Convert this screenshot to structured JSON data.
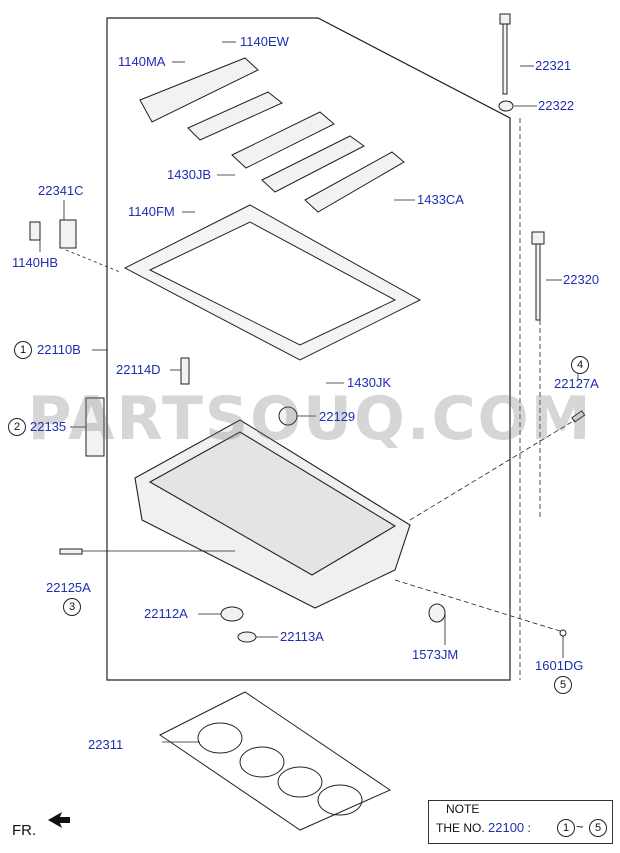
{
  "watermark": "PARTSOUQ.COM",
  "labels": {
    "p1140MA": "1140MA",
    "p1140EW": "1140EW",
    "p1430JB": "1430JB",
    "p1140FM": "1140FM",
    "p22341C": "22341C",
    "p1140HB": "1140HB",
    "p22110B": "22110B",
    "p22114D": "22114D",
    "p22135": "22135",
    "p22125A": "22125A",
    "p22112A": "22112A",
    "p22113A": "22113A",
    "p22311": "22311",
    "p22321": "22321",
    "p22322": "22322",
    "p1433CA": "1433CA",
    "p22320": "22320",
    "p1430JK": "1430JK",
    "p22129": "22129",
    "p22127A": "22127A",
    "p1573JM": "1573JM",
    "p1601DG": "1601DG"
  },
  "circled": {
    "c1": "1",
    "c2": "2",
    "c3": "3",
    "c4": "4",
    "c5": "5",
    "n1": "1",
    "n5": "5"
  },
  "note": {
    "title": "NOTE",
    "prefix": "THE NO.",
    "number": "22100",
    "colon": ":",
    "tilde": "~"
  },
  "direction": "FR.",
  "colors": {
    "label": "#1f2fb0",
    "line": "#222222"
  }
}
